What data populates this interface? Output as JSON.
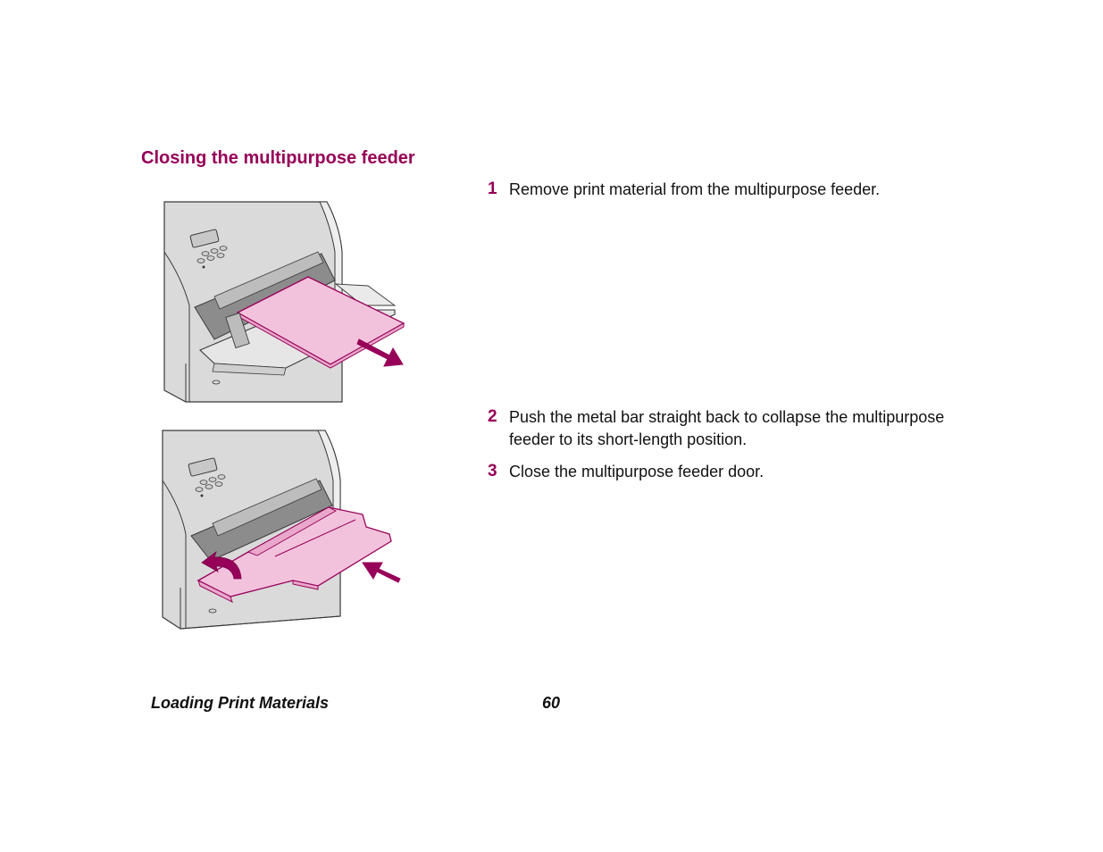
{
  "colors": {
    "accent": "#960058",
    "pink_fill": "#f2c2dc",
    "printer_gray": "#dadada",
    "outline": "#3a3a3a"
  },
  "page": {
    "heading": "Closing the multipurpose feeder",
    "steps": [
      {
        "number": "1",
        "text": "Remove print material from the multipurpose feeder."
      },
      {
        "number": "2",
        "text": "Push the metal bar straight back to collapse the multipurpose feeder to its short-length position."
      },
      {
        "number": "3",
        "text": "Close the multipurpose feeder door."
      }
    ],
    "footer": {
      "section": "Loading Print Materials",
      "page_number": "60"
    }
  }
}
